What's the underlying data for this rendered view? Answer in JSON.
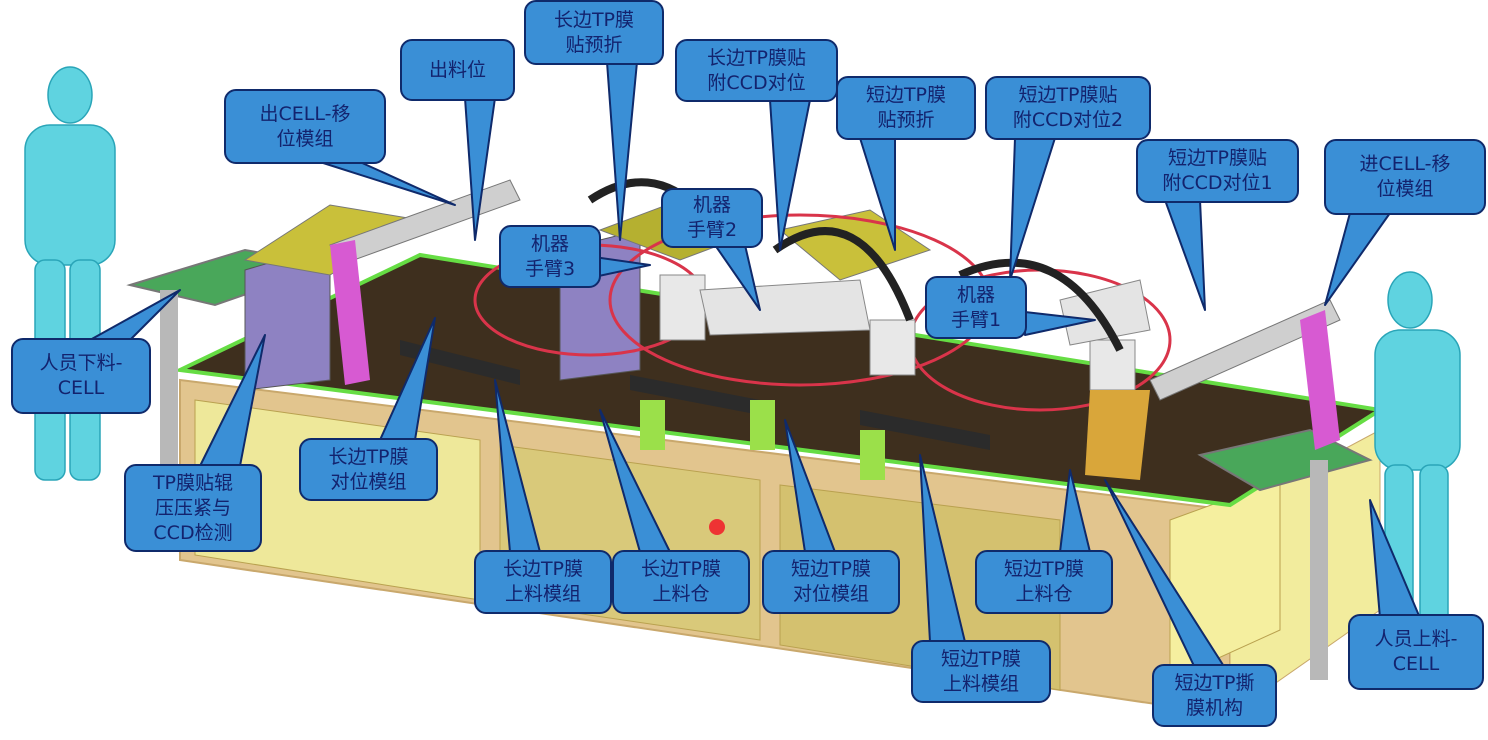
{
  "diagram": {
    "subject": "TP film lamination machine – annotated 3D layout",
    "style": {
      "callout_fill": "#3a8fd6",
      "callout_border": "#0f2a6b",
      "callout_text": "#13236e"
    },
    "callouts": [
      {
        "id": "out-cell-transfer",
        "lines": [
          "出CELL-移",
          "位模组"
        ]
      },
      {
        "id": "output-position",
        "lines": [
          "出料位"
        ]
      },
      {
        "id": "long-tp-prefold",
        "lines": [
          "长边TP膜",
          "贴预折"
        ]
      },
      {
        "id": "long-tp-ccd-align",
        "lines": [
          "长边TP膜贴",
          "附CCD对位"
        ]
      },
      {
        "id": "short-tp-prefold",
        "lines": [
          "短边TP膜",
          "贴预折"
        ]
      },
      {
        "id": "short-tp-ccd-align-2",
        "lines": [
          "短边TP膜贴",
          "附CCD对位2"
        ]
      },
      {
        "id": "short-tp-ccd-align-1",
        "lines": [
          "短边TP膜贴",
          "附CCD对位1"
        ]
      },
      {
        "id": "in-cell-transfer",
        "lines": [
          "进CELL-移",
          "位模组"
        ]
      },
      {
        "id": "robot-arm-2",
        "lines": [
          "机器",
          "手臂2"
        ]
      },
      {
        "id": "robot-arm-3",
        "lines": [
          "机器",
          "手臂3"
        ]
      },
      {
        "id": "robot-arm-1",
        "lines": [
          "机器",
          "手臂1"
        ]
      },
      {
        "id": "operator-unload",
        "lines": [
          "人员下料-",
          "CELL"
        ]
      },
      {
        "id": "tp-roller-press-ccd",
        "lines": [
          "TP膜贴辊",
          "压压紧与",
          "CCD检测"
        ]
      },
      {
        "id": "long-tp-align-module",
        "lines": [
          "长边TP膜",
          "对位模组"
        ]
      },
      {
        "id": "long-tp-feed-module",
        "lines": [
          "长边TP膜",
          "上料模组"
        ]
      },
      {
        "id": "long-tp-feed-bin",
        "lines": [
          "长边TP膜",
          "上料仓"
        ]
      },
      {
        "id": "short-tp-align-module",
        "lines": [
          "短边TP膜",
          "对位模组"
        ]
      },
      {
        "id": "short-tp-feed-bin",
        "lines": [
          "短边TP膜",
          "上料仓"
        ]
      },
      {
        "id": "short-tp-feed-module",
        "lines": [
          "短边TP膜",
          "上料模组"
        ]
      },
      {
        "id": "short-tp-peel",
        "lines": [
          "短边TP撕",
          "膜机构"
        ]
      },
      {
        "id": "operator-load",
        "lines": [
          "人员上料-",
          "CELL"
        ]
      }
    ]
  }
}
